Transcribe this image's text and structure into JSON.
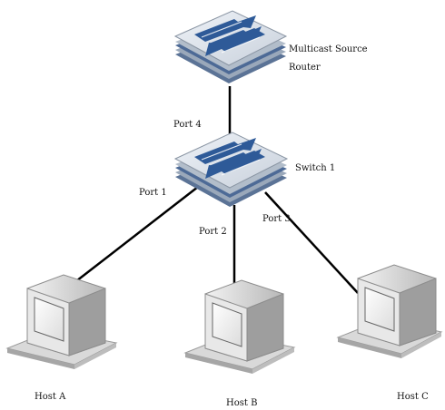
{
  "diagram": {
    "router": {
      "label_line1": "Multicast Source",
      "label_line2": "Router"
    },
    "switch": {
      "label": "Switch 1"
    },
    "ports": {
      "port4": "Port 4",
      "port1": "Port 1",
      "port2": "Port 2",
      "port3": "Port 3"
    },
    "hosts": {
      "a": "Host A",
      "b": "Host B",
      "c": "Host C"
    }
  },
  "colors": {
    "device_top": "#dde3ec",
    "device_edge": "#7d8896",
    "device_stripe": "#4d6a96",
    "arrow": "#2e5a98",
    "monitor_body": "#e6e6e6",
    "monitor_screen": "#f6f6f6",
    "link": "#000000"
  }
}
